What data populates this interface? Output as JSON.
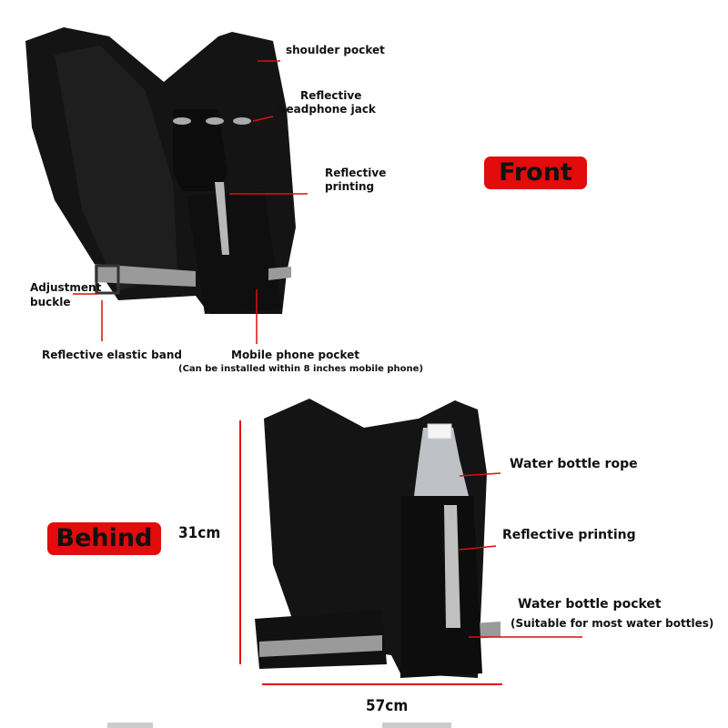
{
  "front": {
    "tag": "Front",
    "labels": {
      "shoulder_pocket": "shoulder pocket",
      "headphone_jack_1": "Reflective",
      "headphone_jack_2": "headphone jack",
      "printing_1": "Reflective",
      "printing_2": "printing",
      "buckle_1": "Adjustment",
      "buckle_2": "buckle",
      "elastic_band": "Reflective elastic band",
      "phone_pocket": "Mobile phone pocket",
      "phone_pocket_note": "(Can be installed within 8 inches mobile phone)"
    }
  },
  "behind": {
    "tag": "Behind",
    "labels": {
      "bottle_rope": "Water bottle rope",
      "printing": "Reflective printing",
      "bottle_pocket": "Water bottle pocket",
      "bottle_pocket_note": "(Suitable for most water bottles)"
    },
    "height": "31cm",
    "width": "57cm"
  },
  "colors": {
    "accent": "#e30b0b",
    "vest": "#111111",
    "reflective": "#b8b8b8"
  }
}
